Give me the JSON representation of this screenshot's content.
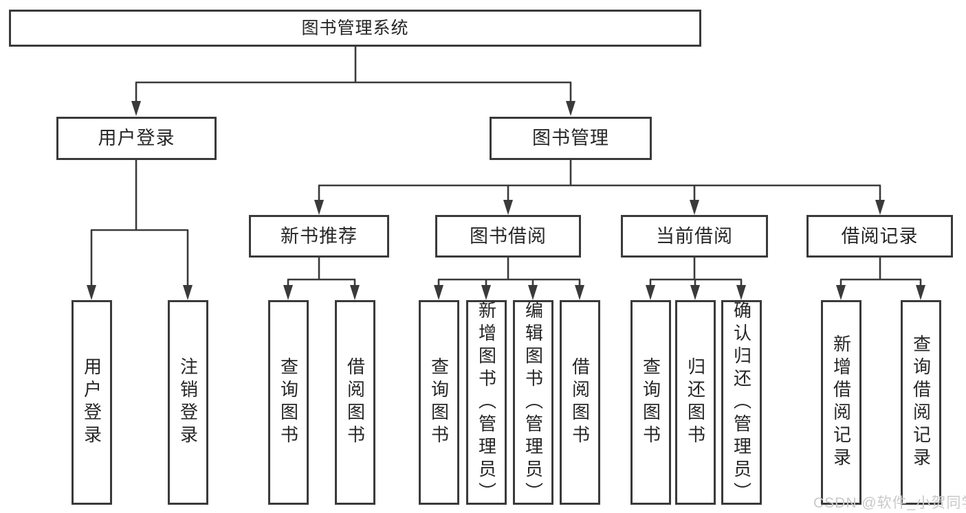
{
  "tree": {
    "root": {
      "label": "图书管理系统",
      "children": [
        {
          "label": "用户登录",
          "children": [
            {
              "label": "用户登录"
            },
            {
              "label": "注销登录"
            }
          ]
        },
        {
          "label": "图书管理",
          "children": [
            {
              "label": "新书推荐",
              "children": [
                {
                  "label": "查询图书"
                },
                {
                  "label": "借阅图书"
                }
              ]
            },
            {
              "label": "图书借阅",
              "children": [
                {
                  "label": "查询图书"
                },
                {
                  "label": "新增图书（管理员）"
                },
                {
                  "label": "编辑图书（管理员）"
                },
                {
                  "label": "借阅图书"
                }
              ]
            },
            {
              "label": "当前借阅",
              "children": [
                {
                  "label": "查询图书"
                },
                {
                  "label": "归还图书"
                },
                {
                  "label": "确认归还（管理员）"
                }
              ]
            },
            {
              "label": "借阅记录",
              "children": [
                {
                  "label": "新增借阅记录"
                },
                {
                  "label": "查询借阅记录"
                }
              ]
            }
          ]
        }
      ]
    }
  },
  "watermark": {
    "text": "CSDN @软件_小贺同学"
  },
  "colors": {
    "line": "#3a3a3a",
    "box_border": "#3a3a3a",
    "background": "#ffffff",
    "text": "#262626",
    "watermark": "#c9c9c9"
  }
}
